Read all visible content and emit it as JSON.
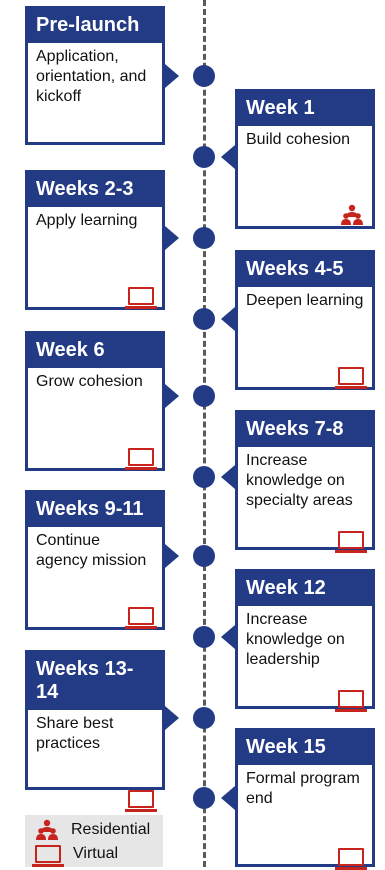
{
  "left_cards": [
    {
      "title": "Pre-launch",
      "text": "Application, orientation, and kickoff",
      "icon": ""
    },
    {
      "title": "Weeks 2-3",
      "text": "Apply learning",
      "icon": "virtual"
    },
    {
      "title": "Week 6",
      "text": "Grow cohesion",
      "icon": "virtual"
    },
    {
      "title": "Weeks 9-11",
      "text": "Continue agency mission",
      "icon": "virtual"
    },
    {
      "title": "Weeks 13-14",
      "text": "Share best practices",
      "icon": "virtual"
    }
  ],
  "right_cards": [
    {
      "title": "Week 1",
      "text": "Build cohesion",
      "icon": "residential"
    },
    {
      "title": "Weeks 4-5",
      "text": "Deepen learning",
      "icon": "virtual"
    },
    {
      "title": "Weeks 7-8",
      "text": "Increase knowledge on specialty areas",
      "icon": "virtual"
    },
    {
      "title": "Week 12",
      "text": "Increase knowledge on leadership",
      "icon": "virtual"
    },
    {
      "title": "Week 15",
      "text": "Formal program end",
      "icon": "virtual"
    }
  ],
  "legend": {
    "residential": "Residential",
    "virtual": "Virtual"
  },
  "colors": {
    "navy": "#233a85",
    "icon_red": "#c8241e",
    "legend_bg": "#e6e6e6"
  }
}
